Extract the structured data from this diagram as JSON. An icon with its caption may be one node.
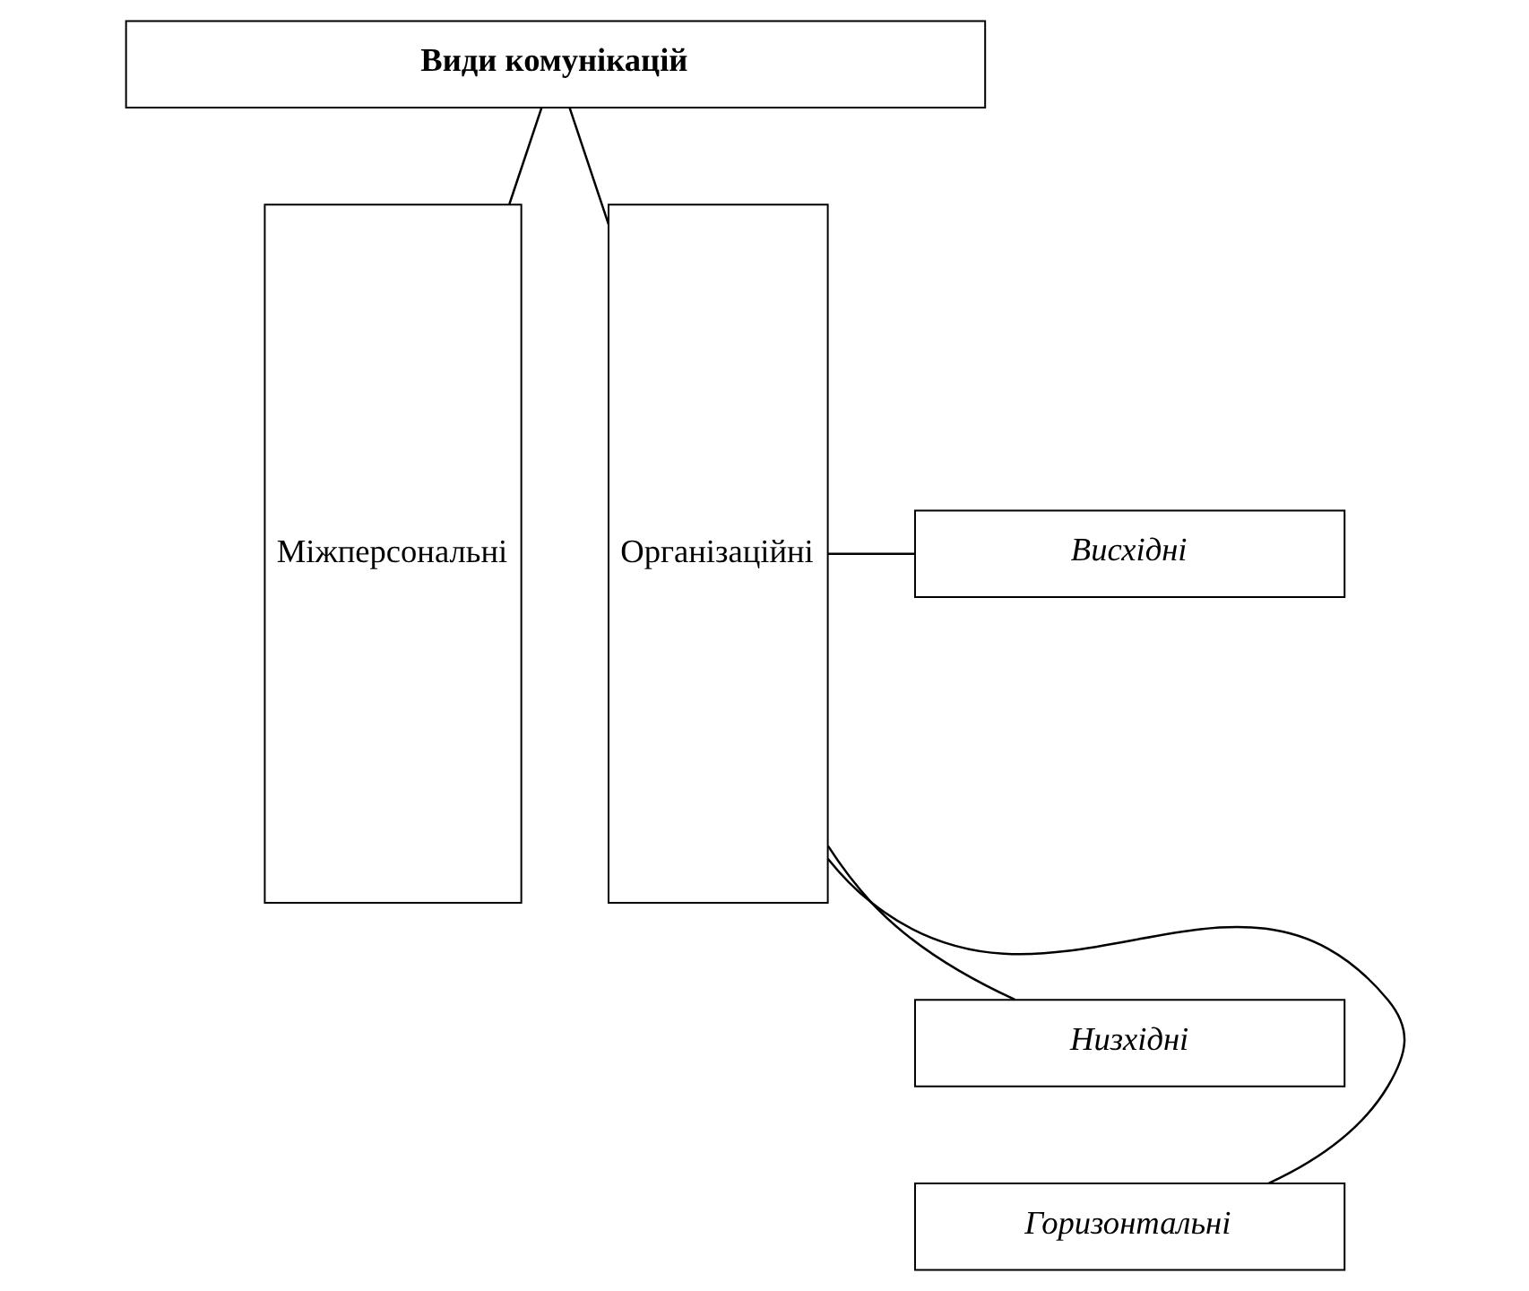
{
  "diagram": {
    "nodes": [
      {
        "text": [
          "Види комунікацій"
        ]
      },
      {
        "text": [
          "Міжперсональні"
        ]
      },
      {
        "text": [
          "Висхідні"
        ]
      },
      {
        "text": [
          "Низхідні"
        ]
      },
      {
        "text": [
          "Горизонтальні"
        ]
      },
      {
        "text": [
          "Організаційні"
        ]
      }
    ],
    "edges": [
      {
        "from": 0,
        "to": 1,
        "arrow": "none"
      },
      {
        "from": 0,
        "to": 5,
        "arrow": "none"
      },
      {
        "from": 2,
        "to": 5,
        "arrow": "none"
      },
      {
        "from": 3,
        "to": 5,
        "arrow": "none"
      },
      {
        "from": 4,
        "to": 5,
        "arrow": "none"
      }
    ]
  }
}
